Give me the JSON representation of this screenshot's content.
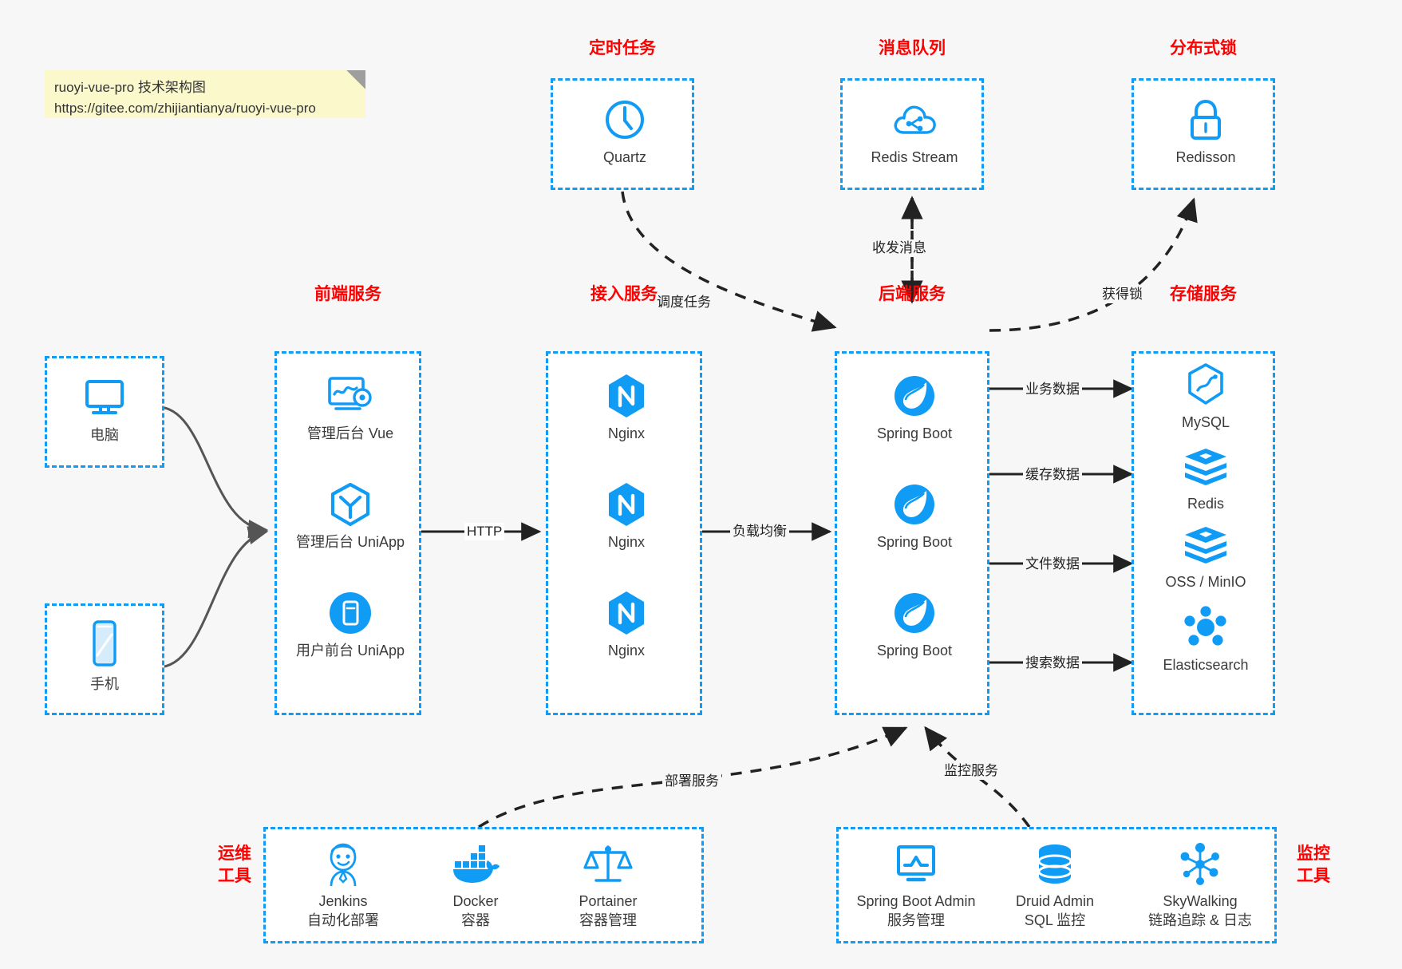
{
  "note": {
    "line1": "ruoyi-vue-pro 技术架构图",
    "line2": "https://gitee.com/zhijiantianya/ruoyi-vue-pro"
  },
  "colors": {
    "accent": "#109bf5",
    "title": "#ff0000",
    "text": "#3b3b3b",
    "background": "#f7f7f7",
    "note_bg": "#fbf8cc",
    "arrow": "#222222"
  },
  "groups": {
    "scheduler": {
      "title": "定时任务"
    },
    "mq": {
      "title": "消息队列"
    },
    "lock": {
      "title": "分布式锁"
    },
    "frontend": {
      "title": "前端服务"
    },
    "gateway": {
      "title": "接入服务"
    },
    "backend": {
      "title": "后端服务"
    },
    "storage": {
      "title": "存储服务"
    },
    "devops": {
      "title_line1": "运维",
      "title_line2": "工具"
    },
    "monitor": {
      "title_line1": "监控",
      "title_line2": "工具"
    }
  },
  "nodes": {
    "quartz": {
      "label": "Quartz",
      "icon": "clock-icon"
    },
    "redis_stream": {
      "label": "Redis Stream",
      "icon": "cloud-stream-icon"
    },
    "redisson": {
      "label": "Redisson",
      "icon": "lock-icon"
    },
    "pc": {
      "label": "电脑",
      "icon": "desktop-icon"
    },
    "phone": {
      "label": "手机",
      "icon": "mobile-icon"
    },
    "admin_vue": {
      "label": "管理后台 Vue",
      "icon": "dashboard-gear-icon"
    },
    "admin_uniapp": {
      "label": "管理后台 UniApp",
      "icon": "cube-icon"
    },
    "user_uniapp": {
      "label": "用户前台 UniApp",
      "icon": "app-icon"
    },
    "nginx1": {
      "label": "Nginx",
      "icon": "nginx-icon"
    },
    "nginx2": {
      "label": "Nginx",
      "icon": "nginx-icon"
    },
    "nginx3": {
      "label": "Nginx",
      "icon": "nginx-icon"
    },
    "springboot1": {
      "label": "Spring Boot",
      "icon": "spring-icon"
    },
    "springboot2": {
      "label": "Spring Boot",
      "icon": "spring-icon"
    },
    "springboot3": {
      "label": "Spring Boot",
      "icon": "spring-icon"
    },
    "mysql": {
      "label": "MySQL",
      "icon": "mysql-icon"
    },
    "redis": {
      "label": "Redis",
      "icon": "redis-icon"
    },
    "oss": {
      "label": "OSS / MinIO",
      "icon": "oss-icon"
    },
    "elasticsearch": {
      "label": "Elasticsearch",
      "icon": "elasticsearch-icon"
    },
    "jenkins": {
      "label": "Jenkins",
      "sublabel": "自动化部署",
      "icon": "jenkins-icon"
    },
    "docker": {
      "label": "Docker",
      "sublabel": "容器",
      "icon": "docker-icon"
    },
    "portainer": {
      "label": "Portainer",
      "sublabel": "容器管理",
      "icon": "scales-icon"
    },
    "sba": {
      "label": "Spring Boot Admin",
      "sublabel": "服务管理",
      "icon": "monitor-chart-icon"
    },
    "druid": {
      "label": "Druid Admin",
      "sublabel": "SQL 监控",
      "icon": "database-icon"
    },
    "skywalking": {
      "label": "SkyWalking",
      "sublabel": "链路追踪 & 日志",
      "icon": "network-nodes-icon"
    }
  },
  "edges": {
    "http": "HTTP",
    "load_balance": "负载均衡",
    "schedule_task": "调度任务",
    "send_receive_msg": "收发消息",
    "acquire_lock": "获得锁",
    "business_data": "业务数据",
    "cache_data": "缓存数据",
    "file_data": "文件数据",
    "search_data": "搜索数据",
    "deploy_service": "部署服务",
    "monitor_service": "监控服务"
  }
}
